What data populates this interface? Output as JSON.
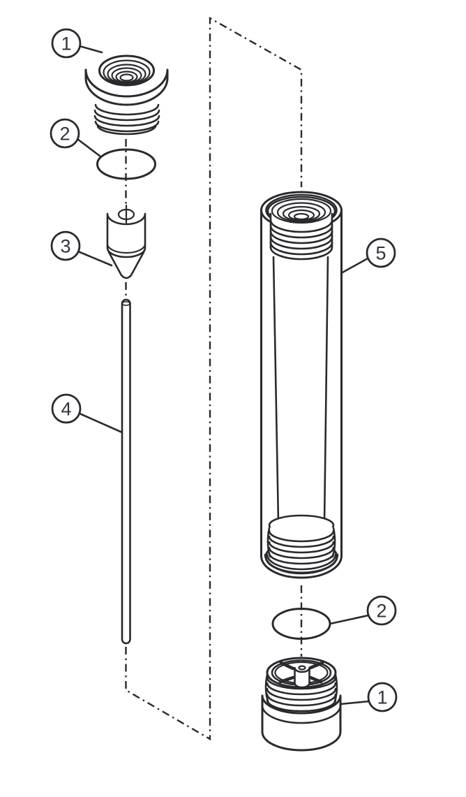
{
  "figure": {
    "callouts": [
      {
        "key": "top-cap",
        "label": "1"
      },
      {
        "key": "top-oring",
        "label": "2"
      },
      {
        "key": "nozzle",
        "label": "3"
      },
      {
        "key": "rod",
        "label": "4"
      },
      {
        "key": "cylinder",
        "label": "5"
      },
      {
        "key": "bottom-oring",
        "label": "2"
      },
      {
        "key": "bottom-cap",
        "label": "1"
      }
    ],
    "colors": {
      "ink": "#2a292d",
      "callout_text": "#31343c",
      "background": "#ffffff"
    }
  }
}
